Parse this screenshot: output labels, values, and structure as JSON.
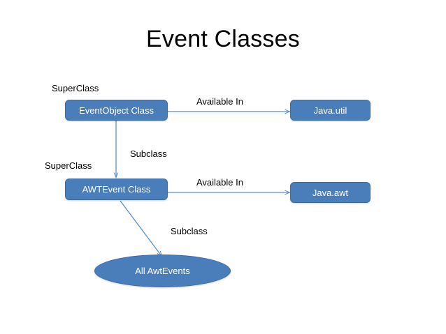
{
  "slide": {
    "title": "Event Classes",
    "background_color": "#ffffff"
  },
  "theme": {
    "shape_fill": "#4a7ebb",
    "shape_border": "#3e6da6",
    "shape_text_color": "#ffffff",
    "connector_color": "#5b8fc9",
    "label_text_color": "#000000"
  },
  "nodes": [
    {
      "id": "eventobject",
      "label": "EventObject Class",
      "shape": "rounded-rect"
    },
    {
      "id": "awtevent",
      "label": "AWTEvent Class",
      "shape": "rounded-rect"
    },
    {
      "id": "javautil",
      "label": "Java.util",
      "shape": "rounded-rect"
    },
    {
      "id": "javaawt",
      "label": "Java.awt",
      "shape": "rounded-rect"
    },
    {
      "id": "allawtevents",
      "label": "All AwtEvents",
      "shape": "ellipse"
    }
  ],
  "labels": {
    "superclass_1": "SuperClass",
    "superclass_2": "SuperClass",
    "available_in_1": "Available In",
    "available_in_2": "Available In",
    "subclass_1": "Subclass",
    "subclass_2": "Subclass"
  },
  "connectors": [
    {
      "from": "eventobject",
      "to": "javautil",
      "label": "Available In",
      "direction": "right"
    },
    {
      "from": "eventobject",
      "to": "awtevent",
      "label": "Subclass",
      "direction": "down"
    },
    {
      "from": "awtevent",
      "to": "javaawt",
      "label": "Available In",
      "direction": "right"
    },
    {
      "from": "awtevent",
      "to": "allawtevents",
      "label": "Subclass",
      "direction": "down-right"
    }
  ]
}
